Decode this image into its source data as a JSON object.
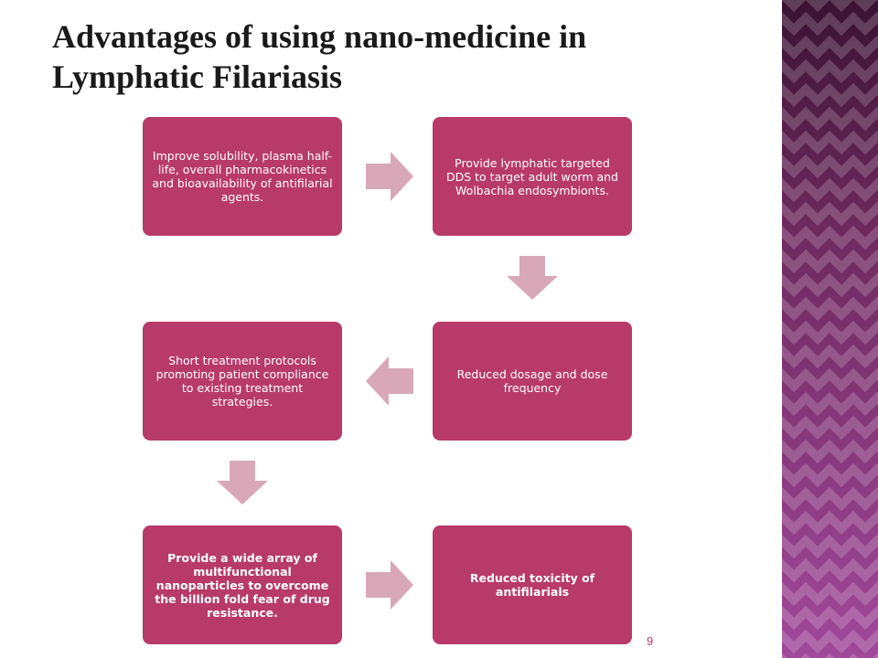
{
  "slide": {
    "title_line1": "Advantages of using nano-medicine in",
    "title_line2": "Lymphatic Filariasis",
    "page_number": "9"
  },
  "boxes": {
    "b1": "Improve solubility, plasma half-life, overall pharmacokinetics and bioavailability of antifilarial agents.",
    "b2": "Provide lymphatic targeted DDS to target adult worm and Wolbachia endosymbionts.",
    "b3": "Reduced dosage and dose frequency",
    "b4": "Short treatment protocols promoting patient compliance to existing treatment strategies.",
    "b5": "Provide a wide array of multifunctional nanoparticles to overcome the billion fold fear of drug resistance.",
    "b6": "Reduced toxicity of antifilarials"
  },
  "colors": {
    "box_fill": "#b83a68",
    "arrow_fill": "#d9a8b8",
    "box_text": "#ffffff",
    "title_text": "#1a1a1a",
    "side_panel": "#8e3f7e"
  }
}
